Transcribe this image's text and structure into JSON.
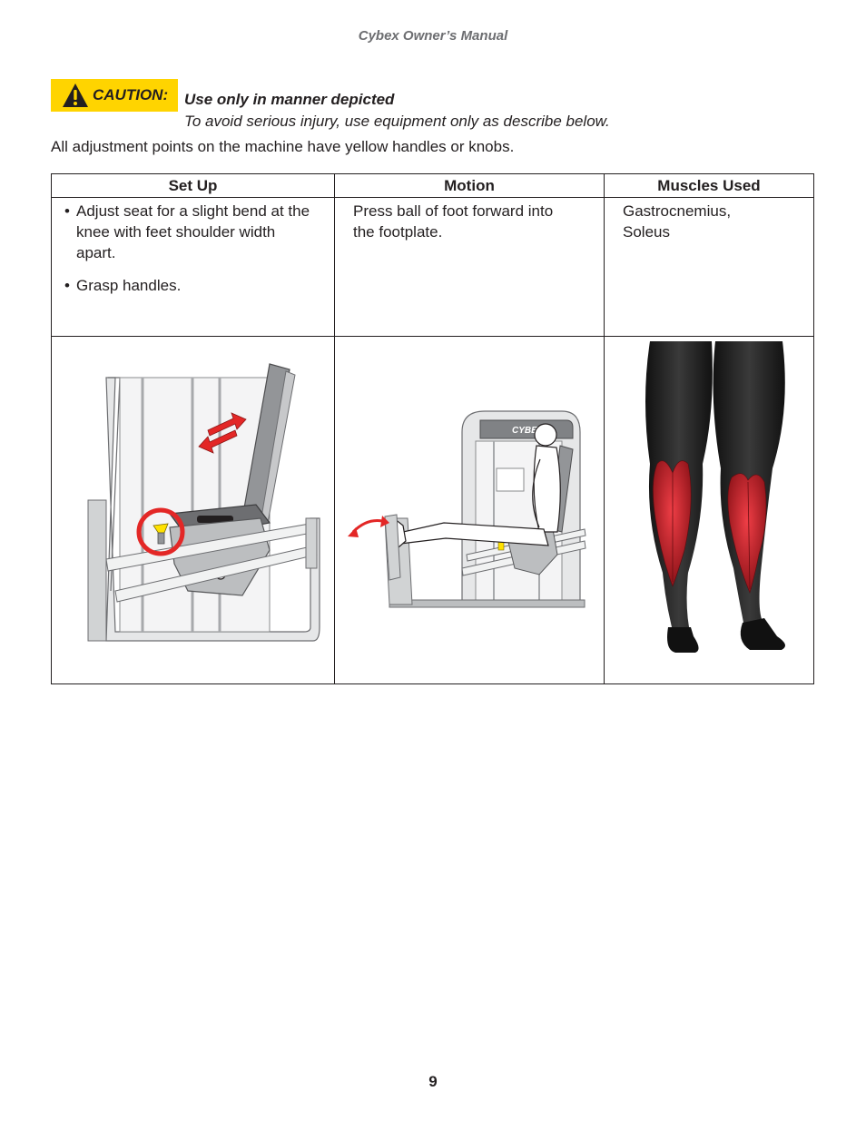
{
  "header": {
    "title": "Cybex Owner’s Manual"
  },
  "caution": {
    "label": "CAUTION:",
    "heading": "Use only in manner depicted",
    "text": "To avoid serious injury, use equipment only as describe below."
  },
  "intro": "All adjustment points on the machine have yellow handles or knobs.",
  "table": {
    "headers": [
      "Set Up",
      "Motion",
      "Muscles Used"
    ],
    "setup_items": [
      "Adjust seat for a slight bend at the knee with feet shoulder width apart.",
      "Grasp handles."
    ],
    "motion_lines": [
      "Press ball of foot forward into",
      "the footplate."
    ],
    "muscles_lines": [
      "Gastrocnemius,",
      "Soleus"
    ],
    "figures": {
      "setup": "seat-adjustment-illustration",
      "motion": "calf-press-motion-illustration",
      "muscles": "calf-muscles-illustration"
    }
  },
  "machine_brand": "CYBEX",
  "colors": {
    "caution_yellow": "#ffd400",
    "arrow_red": "#e32726",
    "muscle_red": "#c8202a",
    "knob_yellow": "#ffe100"
  },
  "footer": {
    "page_number": "9"
  }
}
